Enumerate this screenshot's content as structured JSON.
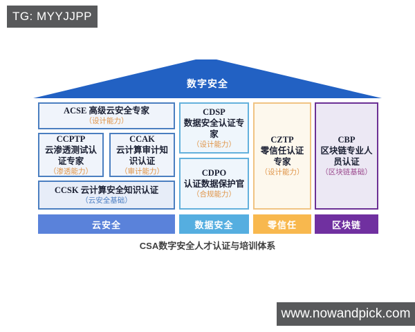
{
  "watermarks": {
    "top_left": "TG: MYYJJPP",
    "bottom_right": "www.nowandpick.com"
  },
  "roof": {
    "label": "数字安全"
  },
  "boxes": {
    "acse": {
      "title": "ACSE 高级云安全专家",
      "subtitle": "（设计能力）"
    },
    "ccptp": {
      "title": "CCPTP",
      "name": "云渗透测试认证专家",
      "subtitle": "（渗透能力）"
    },
    "ccak": {
      "title": "CCAK",
      "name": "云计算审计知识认证",
      "subtitle": "（审计能力）"
    },
    "ccsk": {
      "title": "CCSK 云计算安全知识认证",
      "subtitle": "（云安全基础）"
    },
    "cdsp": {
      "title": "CDSP",
      "name": "数据安全认证专家",
      "subtitle": "（设计能力）"
    },
    "cdpo": {
      "title": "CDPO",
      "name": "认证数据保护官",
      "subtitle": "（合规能力）"
    },
    "cztp": {
      "title": "CZTP",
      "name": "零信任认证专家",
      "subtitle": "（设计能力）"
    },
    "cbp": {
      "title": "CBP",
      "name": "区块链专业人员认证",
      "subtitle": "（区块链基础）"
    }
  },
  "bars": {
    "cloud": {
      "label": "云安全",
      "color": "#5a82da"
    },
    "data_security": {
      "label": "数据安全",
      "color": "#55aee0"
    },
    "zero_trust": {
      "label": "零信任",
      "color": "#f8b84e"
    },
    "blockchain": {
      "label": "区块链",
      "color": "#7030a0"
    }
  },
  "colors": {
    "roof": "#2261c3",
    "watermark_bg": "#58595b"
  },
  "caption": "CSA数字安全人才认证与培训体系"
}
